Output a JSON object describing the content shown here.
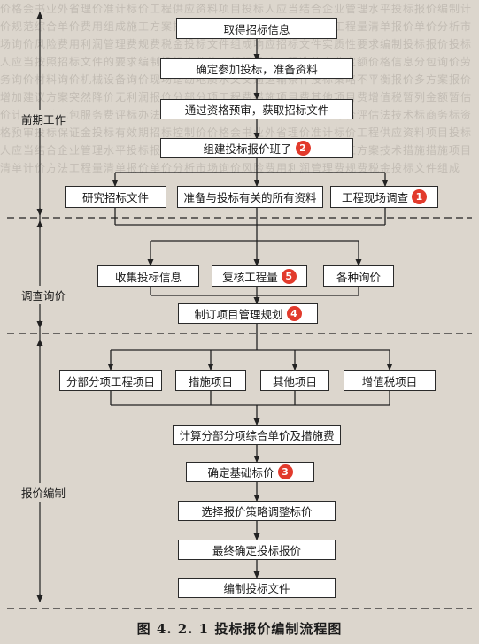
{
  "figure": {
    "caption": "图 4. 2. 1  投标报价编制流程图",
    "stages": {
      "early": "前期工作",
      "survey": "调查询价",
      "compile": "报价编制"
    },
    "boxes": {
      "obtain": "取得招标信息",
      "decide": "确定参加投标，准备资料",
      "prequal": "通过资格预审，获取招标文件",
      "team": "组建投标报价班子",
      "study": "研究招标文件",
      "prepare": "准备与投标有关的所有资料",
      "site": "工程现场调查",
      "collect": "收集投标信息",
      "recheck": "复核工程量",
      "inquiry": "各种询价",
      "plan": "制订项目管理规划",
      "subitem": "分部分项工程项目",
      "measure": "措施项目",
      "other": "其他项目",
      "vat": "增值税项目",
      "calc": "计算分部分项综合单价及措施费",
      "base": "确定基础标价",
      "strategy": "选择报价策略调整标价",
      "final": "最终确定投标报价",
      "file": "编制投标文件"
    },
    "badges": {
      "team": "2",
      "site": "1",
      "recheck": "5",
      "plan": "4",
      "base": "3"
    },
    "accent_color": "#e23a2c"
  }
}
